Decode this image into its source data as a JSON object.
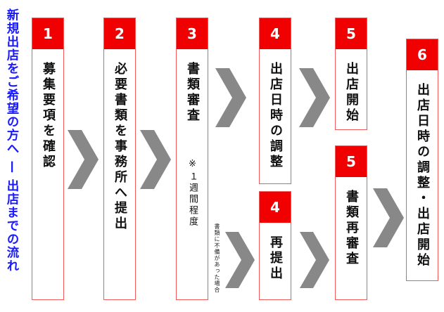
{
  "title": "新規出店をご希望の方へ — 出店までの流れ",
  "steps": [
    {
      "num": "1",
      "text": "募集要項を確認"
    },
    {
      "num": "2",
      "text": "必要書類を事務所へ提出"
    },
    {
      "num": "3",
      "text": "書類審査",
      "note": "※１週間程度"
    },
    {
      "num": "4",
      "text": "出店日時の調整"
    },
    {
      "num": "4",
      "text": "再提出"
    },
    {
      "num": "5",
      "text": "出店開始"
    },
    {
      "num": "5",
      "text": "書類再審査"
    },
    {
      "num": "6",
      "text": "出店日時の調整・出店開始"
    }
  ],
  "branch_label": "書類に不備があった場合",
  "colors": {
    "accent": "#f00000",
    "border": "#f05a5a",
    "arrow": "#888888",
    "title": "#1a1aff"
  }
}
